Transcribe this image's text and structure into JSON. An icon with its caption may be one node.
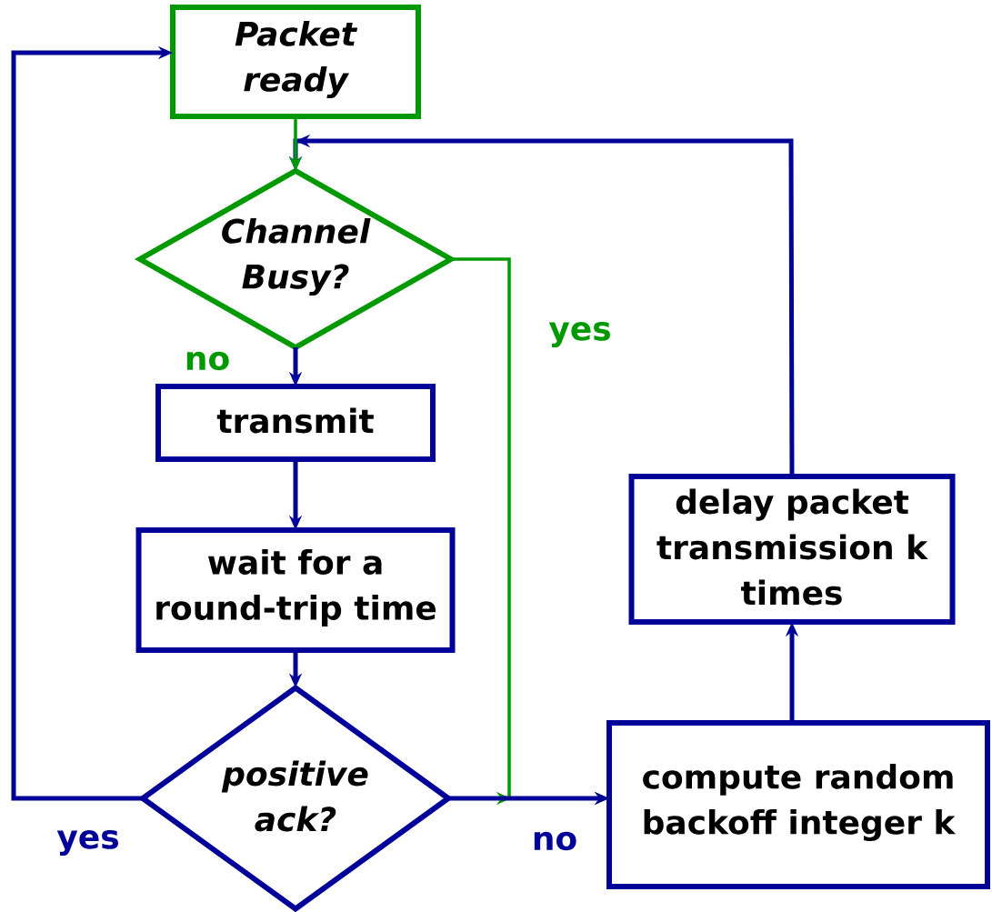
{
  "diagram": {
    "nodes": [
      {
        "text": [
          "Packet ready"
        ]
      },
      {
        "text": [
          "Channel Busy?"
        ]
      },
      {
        "text": [
          "transmit"
        ]
      },
      {
        "text": [
          "wait for a round-trip time"
        ]
      },
      {
        "text": [
          "positive ack?"
        ]
      },
      {
        "text": [
          "compute random backoff integer k"
        ]
      },
      {
        "text": [
          "delay packet transmission k times"
        ]
      }
    ],
    "edges": [
      {
        "from": 0,
        "to": 1,
        "arrow": "to",
        "color": "#009900"
      },
      {
        "from": 1,
        "to": 2,
        "arrow": "to",
        "label": "no"
      },
      {
        "from": 2,
        "to": 3,
        "arrow": "to"
      },
      {
        "from": 3,
        "to": 4,
        "arrow": "to"
      },
      {
        "from": 4,
        "to": 0,
        "arrow": "to",
        "label": "yes"
      },
      {
        "from": 4,
        "to": 5,
        "arrow": "to",
        "label": "no"
      },
      {
        "from": 1,
        "to": 5,
        "arrow": "to",
        "label": "yes",
        "color": "#009900"
      },
      {
        "from": 5,
        "to": 6,
        "arrow": "to"
      },
      {
        "from": 6,
        "to": 1,
        "arrow": "to"
      }
    ]
  }
}
